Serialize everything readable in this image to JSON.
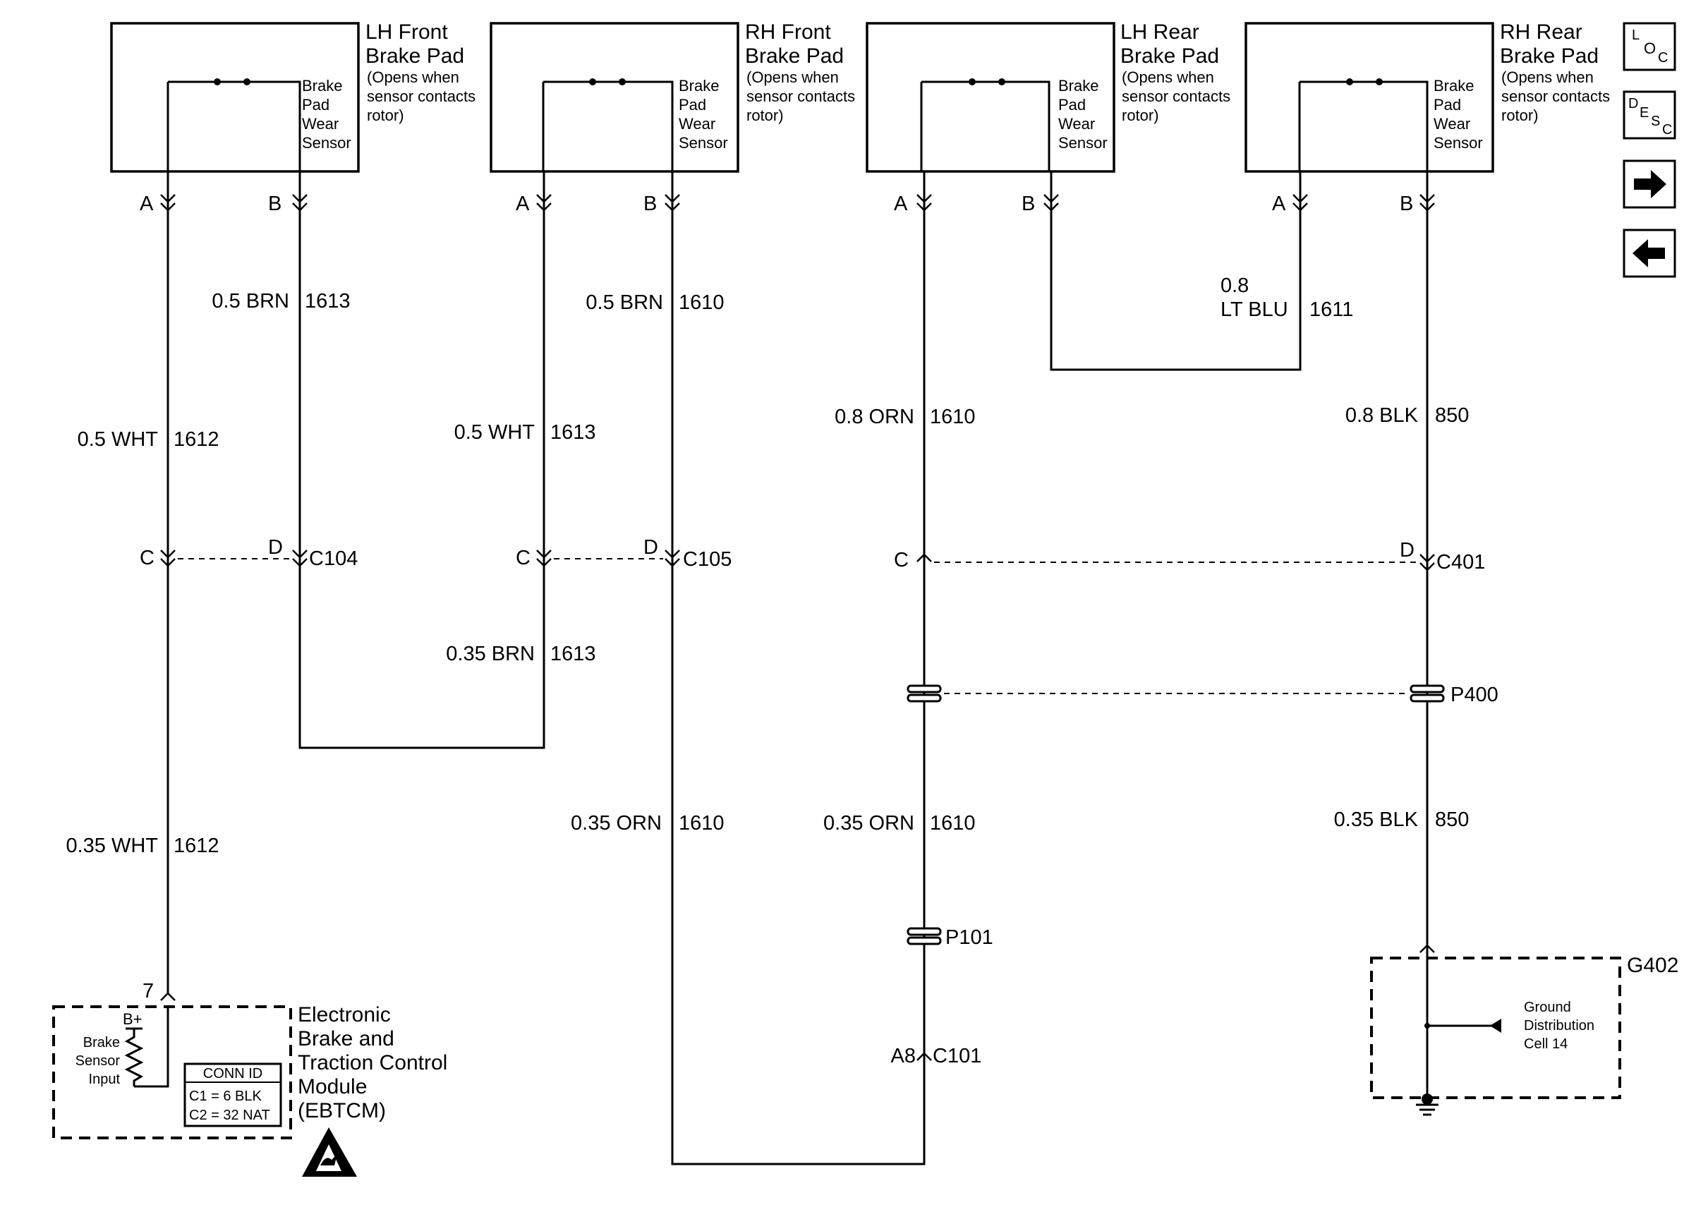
{
  "sensors": [
    {
      "title1": "LH Front",
      "title2": "Brake Pad",
      "note1": "(Opens when",
      "note2": "sensor contacts",
      "note3": "rotor)",
      "label1": "Brake",
      "label2": "Pad",
      "label3": "Wear",
      "label4": "Sensor",
      "pin_a": "A",
      "pin_b": "B"
    },
    {
      "title1": "RH Front",
      "title2": "Brake Pad",
      "note1": "(Opens when",
      "note2": "sensor contacts",
      "note3": "rotor)",
      "label1": "Brake",
      "label2": "Pad",
      "label3": "Wear",
      "label4": "Sensor",
      "pin_a": "A",
      "pin_b": "B"
    },
    {
      "title1": "LH Rear",
      "title2": "Brake Pad",
      "note1": "(Opens when",
      "note2": "sensor contacts",
      "note3": "rotor)",
      "label1": "Brake",
      "label2": "Pad",
      "label3": "Wear",
      "label4": "Sensor",
      "pin_a": "A",
      "pin_b": "B"
    },
    {
      "title1": "RH Rear",
      "title2": "Brake Pad",
      "note1": "(Opens when",
      "note2": "sensor contacts",
      "note3": "rotor)",
      "label1": "Brake",
      "label2": "Pad",
      "label3": "Wear",
      "label4": "Sensor",
      "pin_a": "A",
      "pin_b": "B"
    }
  ],
  "wires": {
    "lhf_b": {
      "gauge": "0.5 BRN",
      "circuit": "1613"
    },
    "lhf_a": {
      "gauge": "0.5 WHT",
      "circuit": "1612"
    },
    "lhf_a2": {
      "gauge": "0.35 WHT",
      "circuit": "1612"
    },
    "rhf_b": {
      "gauge": "0.5 BRN",
      "circuit": "1610"
    },
    "rhf_a": {
      "gauge": "0.5 WHT",
      "circuit": "1613"
    },
    "rhf_c2": {
      "gauge": "0.35 BRN",
      "circuit": "1613"
    },
    "rhf_d2": {
      "gauge": "0.35 ORN",
      "circuit": "1610"
    },
    "lhr_a": {
      "gauge": "0.8 ORN",
      "circuit": "1610"
    },
    "lhr_a2": {
      "gauge": "0.35 ORN",
      "circuit": "1610"
    },
    "ltblu": {
      "gauge1": "0.8",
      "gauge2": "LT BLU",
      "circuit": "1611"
    },
    "rhr_b": {
      "gauge": "0.8 BLK",
      "circuit": "850"
    },
    "rhr_b2": {
      "gauge": "0.35 BLK",
      "circuit": "850"
    }
  },
  "connectors": {
    "c104": {
      "name": "C104",
      "pin_c": "C",
      "pin_d": "D"
    },
    "c105": {
      "name": "C105",
      "pin_c": "C",
      "pin_d": "D"
    },
    "c401": {
      "name": "C401",
      "pin_c": "C",
      "pin_d": "D"
    },
    "p400": "P400",
    "p101": "P101",
    "c101": {
      "pin": "A8",
      "name": "C101"
    }
  },
  "ebtcm": {
    "pin": "7",
    "bplus": "B+",
    "input1": "Brake",
    "input2": "Sensor",
    "input3": "Input",
    "conn_title": "CONN ID",
    "conn_c1": "C1 = 6 BLK",
    "conn_c2": "C2 = 32 NAT",
    "name1": "Electronic",
    "name2": "Brake and",
    "name3": "Traction Control",
    "name4": "Module",
    "name5": "(EBTCM)"
  },
  "ground": {
    "name": "G402",
    "text1": "Ground",
    "text2": "Distribution",
    "text3": "Cell 14"
  },
  "nav": {
    "loc": {
      "l": "L",
      "o": "O",
      "c": "C"
    },
    "desc": {
      "d": "D",
      "e": "E",
      "s": "S",
      "c": "C"
    }
  }
}
